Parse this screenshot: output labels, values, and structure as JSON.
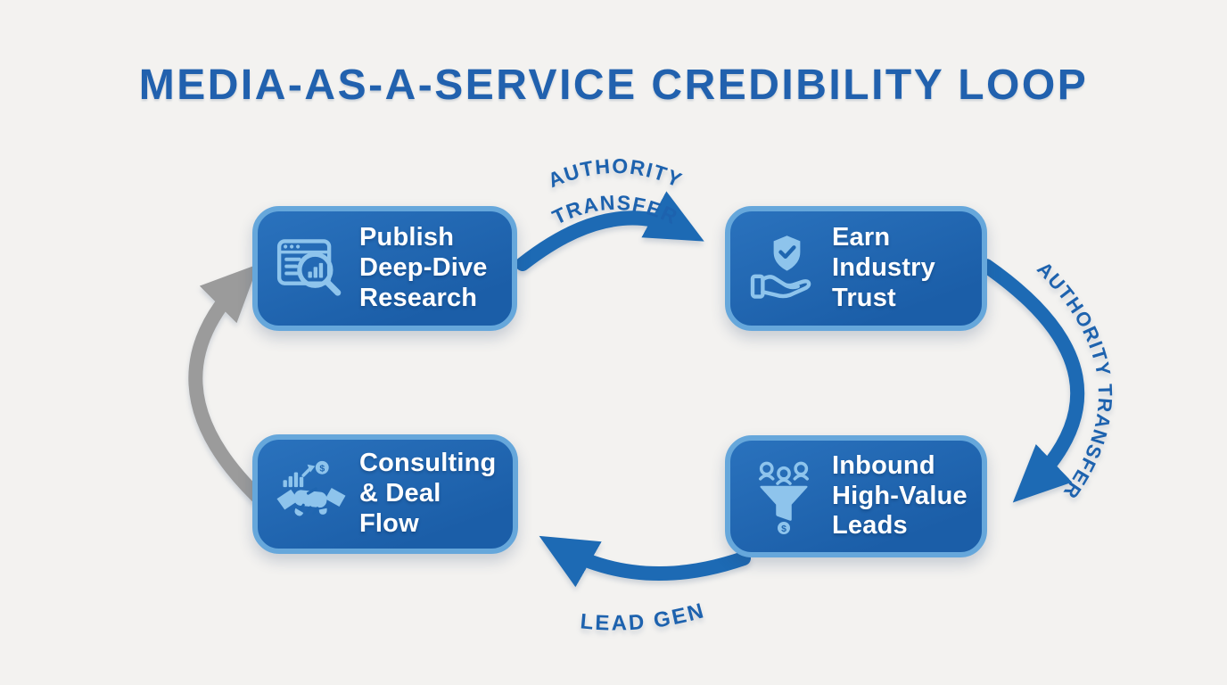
{
  "title": "MEDIA-AS-A-SERVICE CREDIBILITY LOOP",
  "colors": {
    "background": "#f3f2f0",
    "title": "#2161ae",
    "box-fill": "#2a72bd",
    "box-fill-dark": "#1b5ea8",
    "box-border": "#66a7db",
    "box-text": "#ffffff",
    "icon": "#8ec4ec",
    "icon-dark": "#1f66b0",
    "arrow": "#1d6ab4",
    "arrow-label": "#1d62ae",
    "gray-arrow": "#9b9b9b"
  },
  "nodes": [
    {
      "id": "publish-deep-dive-research",
      "icon": "research-magnifier-icon",
      "lines": [
        "Publish",
        "Deep-Dive",
        "Research"
      ]
    },
    {
      "id": "earn-industry-trust",
      "icon": "shield-hand-icon",
      "lines": [
        "Earn",
        "Industry",
        "Trust"
      ]
    },
    {
      "id": "inbound-high-value-leads",
      "icon": "lead-funnel-icon",
      "lines": [
        "Inbound",
        "High-Value",
        "Leads"
      ]
    },
    {
      "id": "consulting-deal-flow",
      "icon": "handshake-icon",
      "lines": [
        "Consulting",
        "& Deal Flow"
      ]
    }
  ],
  "arrows": {
    "top": {
      "from": "publish-deep-dive-research",
      "to": "earn-industry-trust",
      "label_line1": "AUTHORITY",
      "label_line2": "TRANSFER"
    },
    "right": {
      "from": "earn-industry-trust",
      "to": "inbound-high-value-leads",
      "label": "AUTHORITY TRANSFER"
    },
    "bottom": {
      "from": "inbound-high-value-leads",
      "to": "consulting-deal-flow",
      "label": "LEAD GEN"
    },
    "left": {
      "from": "consulting-deal-flow",
      "to": "publish-deep-dive-research",
      "label": ""
    }
  },
  "icon_glyphs": {
    "dollar": "$"
  }
}
